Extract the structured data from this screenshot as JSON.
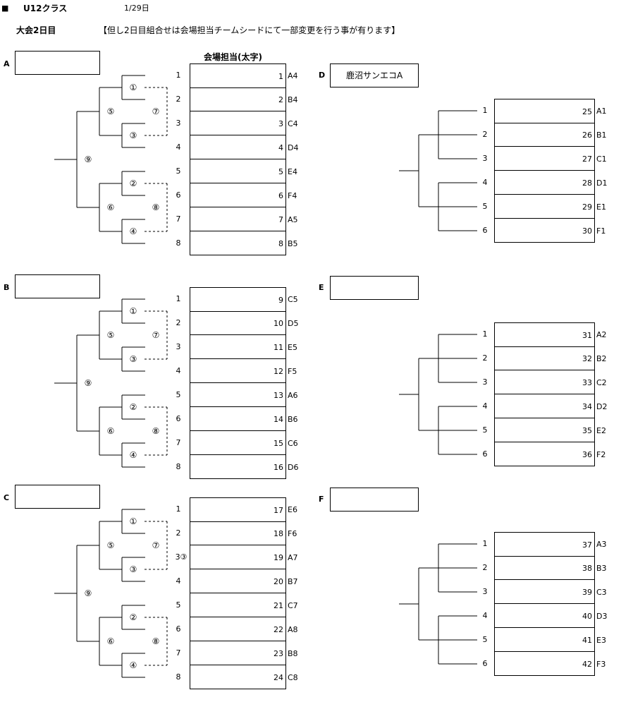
{
  "header": {
    "bullet": "■",
    "class_name": "U12クラス",
    "date": "1/29日",
    "day_label": "大会2日目",
    "note": "【但し2日目組合せは会場担当チームシードにて一部変更を行う事が有ります】",
    "venue_header": "会場担当(太字)"
  },
  "groups_left": [
    {
      "letter": "A",
      "team": "",
      "slots": [
        {
          "pos": "1",
          "no": "1",
          "code": "A4"
        },
        {
          "pos": "2",
          "no": "2",
          "code": "B4"
        },
        {
          "pos": "3",
          "no": "3",
          "code": "C4"
        },
        {
          "pos": "4",
          "no": "4",
          "code": "D4"
        },
        {
          "pos": "5",
          "no": "5",
          "code": "E4"
        },
        {
          "pos": "6",
          "no": "6",
          "code": "F4"
        },
        {
          "pos": "7",
          "no": "7",
          "code": "A5"
        },
        {
          "pos": "8",
          "no": "8",
          "code": "B5"
        }
      ],
      "matches": [
        "①",
        "②",
        "③",
        "④",
        "⑤",
        "⑥",
        "⑦",
        "⑧",
        "⑨"
      ]
    },
    {
      "letter": "B",
      "team": "",
      "slots": [
        {
          "pos": "1",
          "no": "9",
          "code": "C5"
        },
        {
          "pos": "2",
          "no": "10",
          "code": "D5"
        },
        {
          "pos": "3",
          "no": "11",
          "code": "E5"
        },
        {
          "pos": "4",
          "no": "12",
          "code": "F5"
        },
        {
          "pos": "5",
          "no": "13",
          "code": "A6"
        },
        {
          "pos": "6",
          "no": "14",
          "code": "B6"
        },
        {
          "pos": "7",
          "no": "15",
          "code": "C6"
        },
        {
          "pos": "8",
          "no": "16",
          "code": "D6"
        }
      ],
      "matches": [
        "①",
        "②",
        "③",
        "④",
        "⑤",
        "⑥",
        "⑦",
        "⑧",
        "⑨"
      ]
    },
    {
      "letter": "C",
      "team": "",
      "slots": [
        {
          "pos": "1",
          "no": "17",
          "code": "E6"
        },
        {
          "pos": "2",
          "no": "18",
          "code": "F6"
        },
        {
          "pos": "3③",
          "no": "19",
          "code": "A7"
        },
        {
          "pos": "4",
          "no": "20",
          "code": "B7"
        },
        {
          "pos": "5",
          "no": "21",
          "code": "C7"
        },
        {
          "pos": "6",
          "no": "22",
          "code": "A8"
        },
        {
          "pos": "7",
          "no": "23",
          "code": "B8"
        },
        {
          "pos": "8",
          "no": "24",
          "code": "C8"
        }
      ],
      "matches": [
        "①",
        "②",
        "③",
        "④",
        "⑤",
        "⑥",
        "⑦",
        "⑧",
        "⑨"
      ]
    }
  ],
  "groups_right": [
    {
      "letter": "D",
      "team": "鹿沼サンエコA",
      "slots": [
        {
          "pos": "1",
          "no": "25",
          "code": "A1"
        },
        {
          "pos": "2",
          "no": "26",
          "code": "B1"
        },
        {
          "pos": "3",
          "no": "27",
          "code": "C1"
        },
        {
          "pos": "4",
          "no": "28",
          "code": "D1"
        },
        {
          "pos": "5",
          "no": "29",
          "code": "E1"
        },
        {
          "pos": "6",
          "no": "30",
          "code": "F1"
        }
      ]
    },
    {
      "letter": "E",
      "team": "",
      "slots": [
        {
          "pos": "1",
          "no": "31",
          "code": "A2"
        },
        {
          "pos": "2",
          "no": "32",
          "code": "B2"
        },
        {
          "pos": "3",
          "no": "33",
          "code": "C2"
        },
        {
          "pos": "4",
          "no": "34",
          "code": "D2"
        },
        {
          "pos": "5",
          "no": "35",
          "code": "E2"
        },
        {
          "pos": "6",
          "no": "36",
          "code": "F2"
        }
      ]
    },
    {
      "letter": "F",
      "team": "",
      "slots": [
        {
          "pos": "1",
          "no": "37",
          "code": "A3"
        },
        {
          "pos": "2",
          "no": "38",
          "code": "B3"
        },
        {
          "pos": "3",
          "no": "39",
          "code": "C3"
        },
        {
          "pos": "4",
          "no": "40",
          "code": "D3"
        },
        {
          "pos": "5",
          "no": "41",
          "code": "E3"
        },
        {
          "pos": "6",
          "no": "42",
          "code": "F3"
        }
      ]
    }
  ]
}
